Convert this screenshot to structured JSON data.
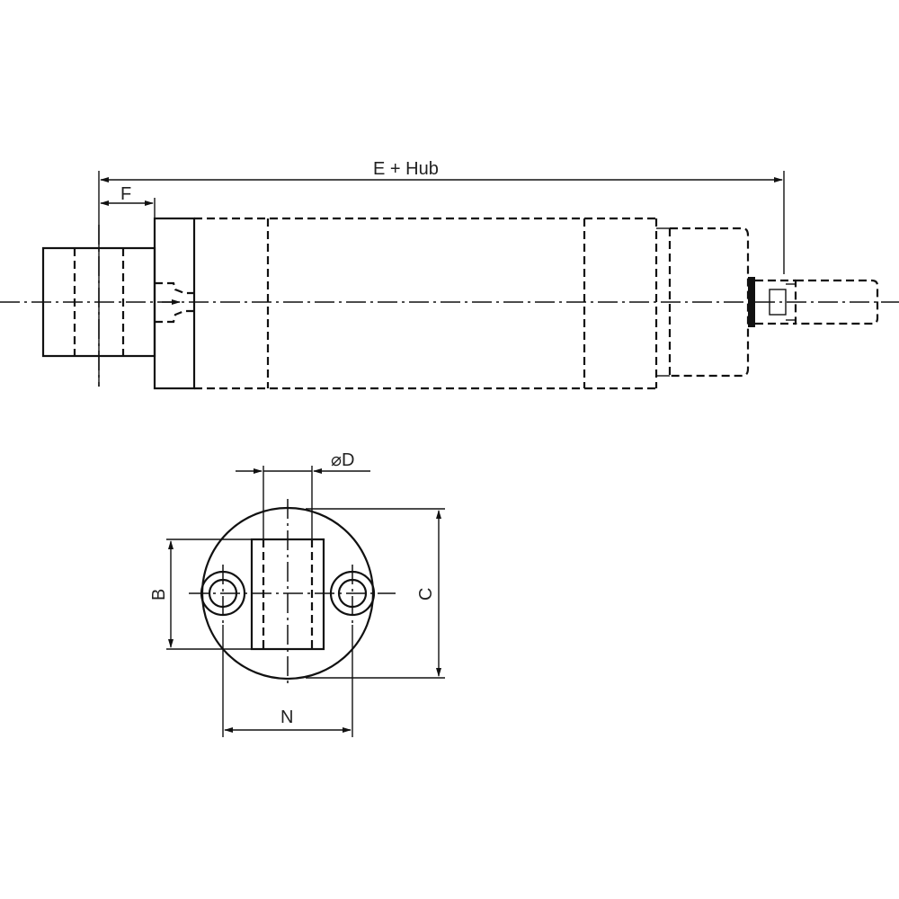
{
  "drawing": {
    "type": "technical drawing",
    "subject": "pneumatic cylinder with swivel mounting",
    "side_view": {
      "dimension_labels": {
        "overall_length": "E + Hub",
        "mount_offset": "F"
      },
      "components": [
        "rear-mount-block",
        "rear-end-cap",
        "cylinder-barrel",
        "front-end-cap",
        "piston-rod",
        "rod-nut"
      ]
    },
    "end_view": {
      "dimension_labels": {
        "pin_diameter": "⌀D",
        "block_height": "B",
        "flange_diameter": "C",
        "hole_spacing": "N"
      },
      "components": [
        "round-flange",
        "center-block",
        "left-mounting-hole",
        "right-mounting-hole"
      ]
    },
    "colors": {
      "line": "#111111",
      "background": "#ffffff"
    }
  }
}
